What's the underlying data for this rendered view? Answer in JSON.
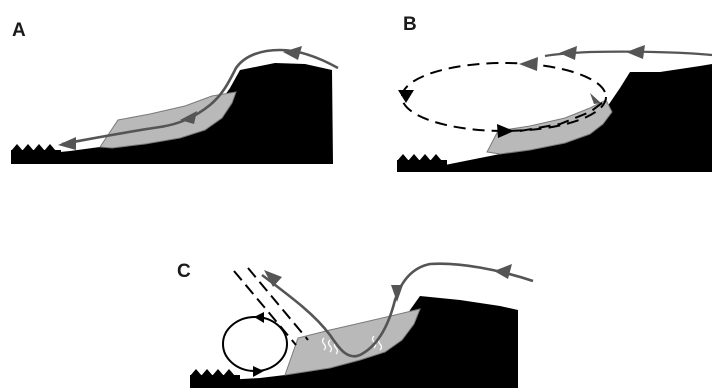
{
  "panels": [
    {
      "id": "a",
      "label": "A"
    },
    {
      "id": "b",
      "label": "B"
    },
    {
      "id": "c",
      "label": "C"
    }
  ],
  "colors": {
    "terrain": "#000000",
    "deposit": "#b9b9b9",
    "deposit_edge": "#7a7a7a",
    "flow_line": "#555555",
    "background": "#ffffff"
  },
  "icons": [
    "flow-arrowhead",
    "circulation-loop",
    "trees",
    "turbulence-squiggle"
  ]
}
